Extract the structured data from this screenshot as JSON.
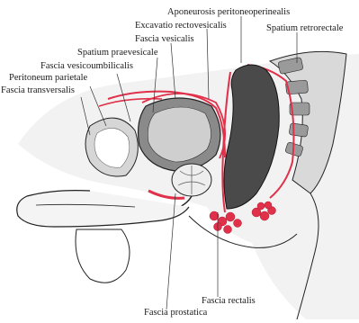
{
  "labels": {
    "aponeurosis": "Aponeurosis peritoneoperinealis",
    "excavatio": "Excavatio rectovesicalis",
    "fascia_vesicalis": "Fascia vesicalis",
    "spatium_retrorectale": "Spatium retrorectale",
    "spatium_praevesicale": "Spatium praevesicale",
    "fascia_vesicoumbilicalis": "Fascia vesicoumbilicalis",
    "peritoneum_parietale": "Peritoneum parietale",
    "fascia_transversalis": "Fascia transversalis",
    "fascia_rectalis": "Fascia rectalis",
    "fascia_prostatica": "Fascia prostatica"
  },
  "colors": {
    "fascia_red": "#e0304a",
    "bone_gray": "#bdbdbd",
    "rectum_dark": "#4a4a4a",
    "line": "#222222"
  }
}
